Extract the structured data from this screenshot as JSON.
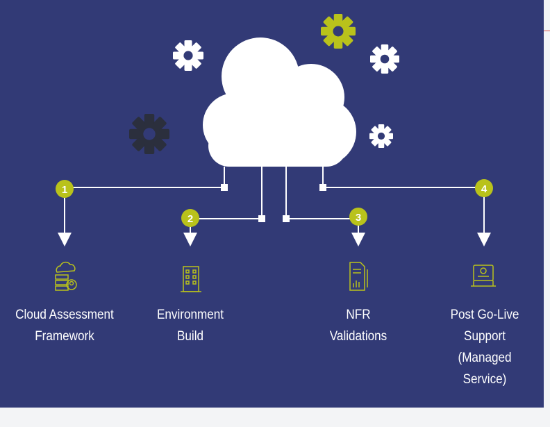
{
  "colors": {
    "background": "#323a76",
    "accent": "#b9c21b",
    "connector": "#ffffff",
    "dark_gear": "#2b2f3d",
    "page": "#f3f4f6"
  },
  "steps": [
    {
      "number": "1",
      "icon": "cloud-assessment-icon",
      "label_lines": [
        "Cloud Assessment",
        "Framework"
      ]
    },
    {
      "number": "2",
      "icon": "building-icon",
      "label_lines": [
        "Environment",
        "Build"
      ]
    },
    {
      "number": "3",
      "icon": "document-chart-icon",
      "label_lines": [
        "NFR",
        "Validations"
      ]
    },
    {
      "number": "4",
      "icon": "monitor-support-icon",
      "label_lines": [
        "Post Go-Live",
        "Support",
        "(Managed",
        "Service)"
      ]
    }
  ],
  "decorations": [
    "cloud-icon",
    "gear-icon",
    "gear-icon",
    "gear-icon",
    "gear-icon",
    "gear-icon"
  ]
}
